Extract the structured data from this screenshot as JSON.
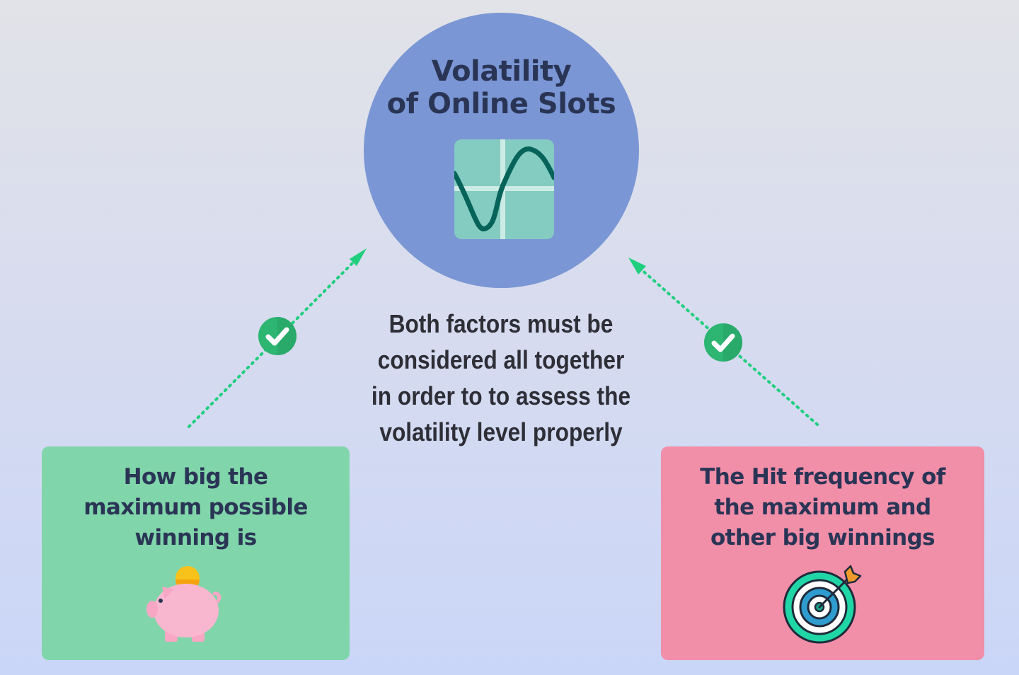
{
  "title": {
    "line1": "Volatility",
    "line2": "of Online Slots"
  },
  "center_text": {
    "line1": "Both factors must be",
    "line2": "considered all together",
    "line3": "in order to to assess the",
    "line4": "volatility level properly"
  },
  "left_card": {
    "line1": "How big the",
    "line2": "maximum possible",
    "line3": "winning is",
    "icon": "piggy-bank-icon"
  },
  "right_card": {
    "line1": "The Hit frequency of",
    "line2": "the maximum and",
    "line3": "other big winnings",
    "icon": "target-arrow-icon"
  },
  "icons": {
    "center": "sine-chart-icon",
    "connector_badges": "check-icon"
  },
  "colors": {
    "main_circle": "#7a96d4",
    "left_card": "#81d5aa",
    "right_card": "#f18ea8",
    "connector": "#1fcf7e",
    "check_badge": "#2db572",
    "text_dark": "#2a3556"
  }
}
